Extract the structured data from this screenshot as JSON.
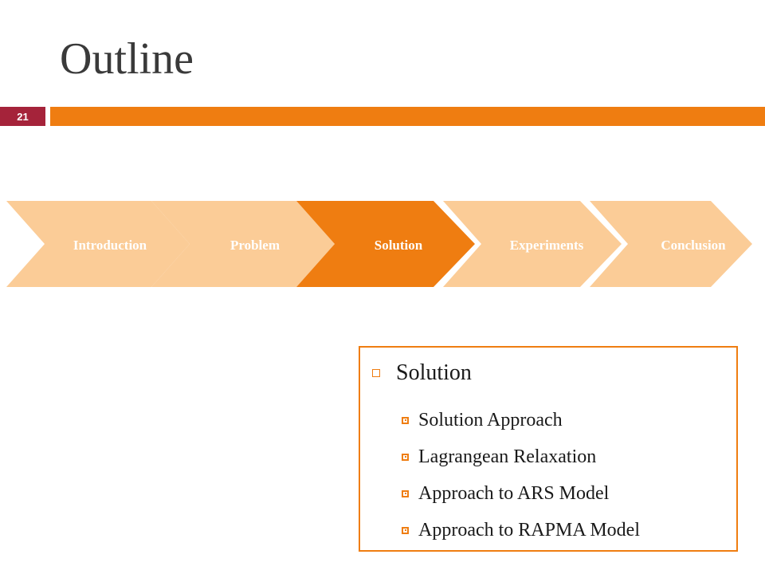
{
  "slide": {
    "title": "Outline",
    "number": "21"
  },
  "colors": {
    "accent": "#ef7d11",
    "number_badge": "#a5233a",
    "step_inactive": "#fbcc97",
    "step_active": "#ef7d11",
    "step_label": "#ffffff"
  },
  "steps": [
    {
      "label": "Introduction",
      "active": false
    },
    {
      "label": "Problem",
      "active": false
    },
    {
      "label": "Solution",
      "active": true
    },
    {
      "label": "Experiments",
      "active": false
    },
    {
      "label": "Conclusion",
      "active": false
    }
  ],
  "content": {
    "heading": "Solution",
    "items": [
      "Solution Approach",
      "Lagrangean Relaxation",
      "Approach to ARS Model",
      "Approach to RAPMA Model"
    ]
  }
}
